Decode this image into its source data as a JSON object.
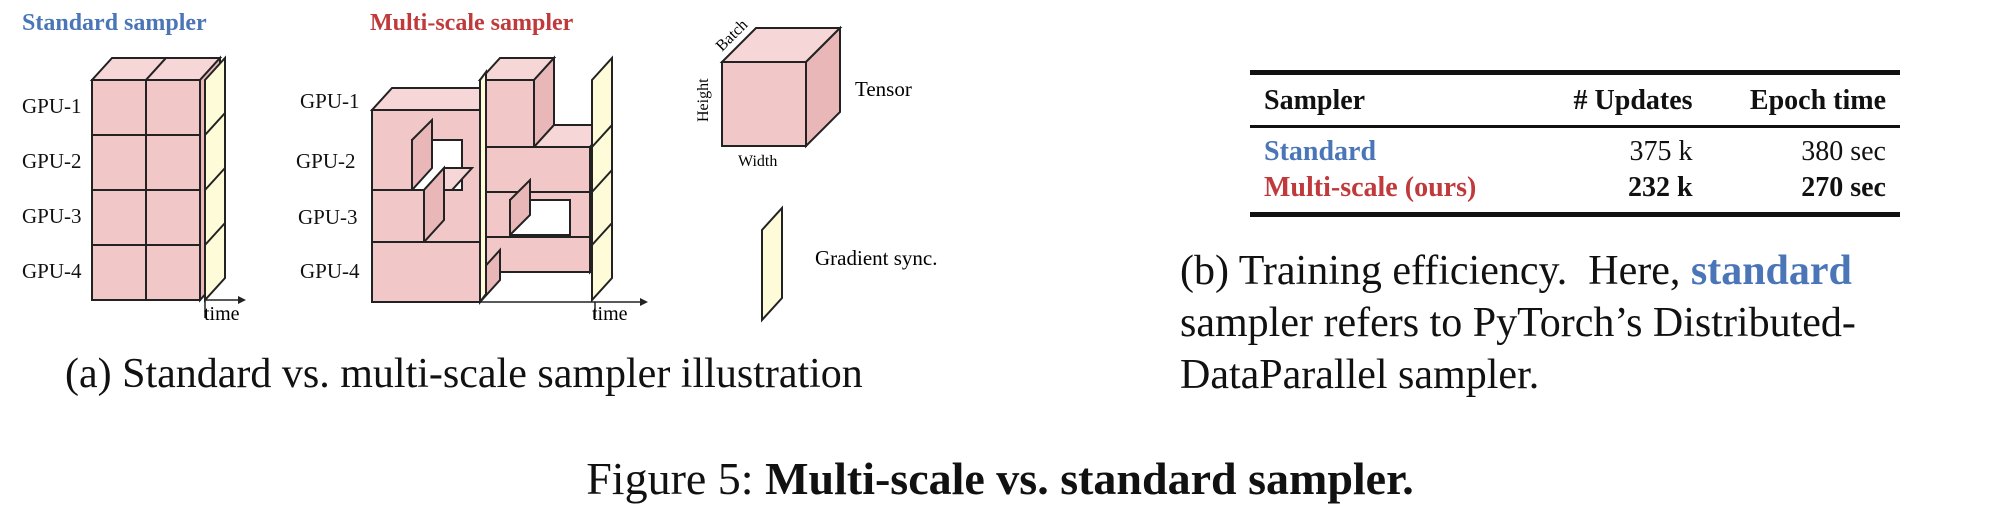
{
  "figure": {
    "panel_a": {
      "standard_title": "Standard sampler",
      "multiscale_title": "Multi-scale sampler",
      "gpu_labels": [
        "GPU-1",
        "GPU-2",
        "GPU-3",
        "GPU-4"
      ],
      "time_label": "time",
      "legend": {
        "batch": "Batch",
        "height": "Height",
        "width": "Width",
        "tensor": "Tensor",
        "gradient_sync": "Gradient sync."
      },
      "caption": "(a) Standard vs. multi-scale sampler illustration"
    },
    "panel_b": {
      "columns": [
        "Sampler",
        "# Updates",
        "Epoch time"
      ],
      "rows": [
        {
          "sampler": "Standard",
          "updates": "375 k",
          "epoch_time": "380 sec"
        },
        {
          "sampler": "Multi-scale (ours)",
          "updates": "232 k",
          "epoch_time": "270 sec"
        }
      ],
      "caption_prefix": "(b) Training efficiency.  Here, ",
      "caption_highlight": "standard",
      "caption_suffix": " sampler refers to PyTorch’s Distributed-DataParallel sampler."
    },
    "caption_prefix": "Figure 5: ",
    "caption_bold": "Multi-scale vs. standard sampler.",
    "colors": {
      "standard": "#4a76b8",
      "multiscale": "#c0393b",
      "tensor": "#f2c7c7",
      "sync": "#fdfbd8"
    }
  }
}
